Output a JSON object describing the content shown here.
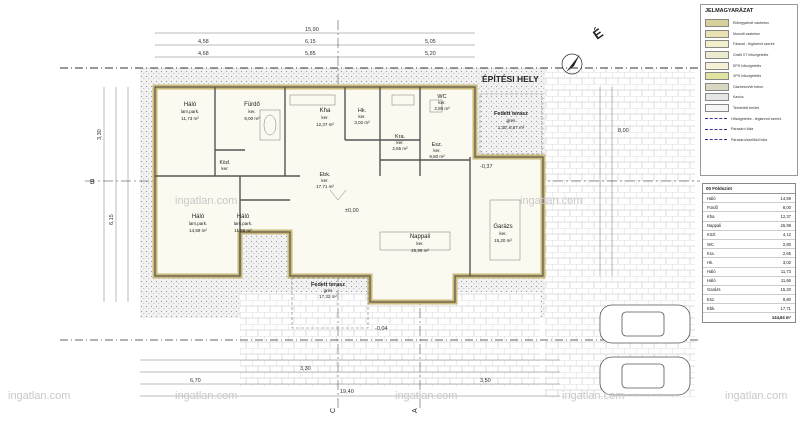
{
  "header": {
    "site_label": "ÉPÍTÉSI HELY",
    "north_symbol": "É"
  },
  "legend": {
    "title": "JELMAGYARÁZAT",
    "items": [
      {
        "label": "Előregyártott vasbeton",
        "color": "#d8d09a"
      },
      {
        "label": "Monolit vasbeton",
        "color": "#e8e2b4"
      },
      {
        "label": "Falazat - téglarend szerint",
        "color": "#f2eecb"
      },
      {
        "label": "Grafit XT hőszigetelés",
        "color": "#ecebd0"
      },
      {
        "label": "EPS hőszigetelés",
        "color": "#f4f1d6"
      },
      {
        "label": "XPS hőszigetelés",
        "color": "#e0e2a0"
      },
      {
        "label": "Gázbeton/vb beton",
        "color": "#d9d7c2"
      },
      {
        "label": "Kavics",
        "color": "#e6e6e6"
      },
      {
        "label": "Tetoteléki terület",
        "color": "#f6f6f6"
      },
      {
        "label": "Hőszigetelés - téglarend szerint",
        "line": true
      },
      {
        "label": "Párazáró fólia",
        "line": true
      },
      {
        "label": "Párazáró/szellőző fólia",
        "line": true
      }
    ]
  },
  "rooms": {
    "halo1": {
      "name": "Háló",
      "sub": "lam.park.",
      "area": "11,73 m²"
    },
    "furdo": {
      "name": "Fürdő",
      "sub": "ker.",
      "area": "8,00 m²"
    },
    "kozl": {
      "name": "Közl.",
      "sub": "ker."
    },
    "kha": {
      "name": "Kha",
      "sub": "ker.",
      "area": "12,37 m²"
    },
    "hk": {
      "name": "Hk.",
      "sub": "ker.",
      "area": "3,02 m²"
    },
    "wc": {
      "name": "WC",
      "sub": "ker.",
      "area": "2,80 m²"
    },
    "fedett1": {
      "name": "Fedett terasz",
      "sub": "gres",
      "area": "1,30; 6,67 m²"
    },
    "kra": {
      "name": "Kra.",
      "sub": "ker.",
      "area": "2,65 m²"
    },
    "esz": {
      "name": "Esz.",
      "sub": "ker.",
      "area": "9,80 m²"
    },
    "ebk": {
      "name": "Ebk.",
      "sub": "ker.",
      "area": "17,71 m²"
    },
    "halo2": {
      "name": "Háló",
      "sub": "lam.park.",
      "area": "14,59 m²"
    },
    "halo3": {
      "name": "Háló",
      "sub": "lam.park.",
      "area": "11,66 m²"
    },
    "nappali": {
      "name": "Nappali",
      "sub": "ker.",
      "area": "26,99 m²"
    },
    "garazs": {
      "name": "Garázs",
      "sub": "ker.",
      "area": "15,20 m²"
    },
    "fedett2": {
      "name": "Fedett terasz",
      "sub": "gres",
      "area": "17,32 m²"
    }
  },
  "table": {
    "title": "00 Földszint",
    "rows": [
      {
        "name": "Háló",
        "value": "14,59"
      },
      {
        "name": "Fürdő",
        "value": "8,00"
      },
      {
        "name": "Kha",
        "value": "12,37"
      },
      {
        "name": "Nappali",
        "value": "26,99"
      },
      {
        "name": "Közl.",
        "value": "4,12"
      },
      {
        "name": "WC",
        "value": "2,80"
      },
      {
        "name": "Kra.",
        "value": "2,65"
      },
      {
        "name": "Hk.",
        "value": "3,02"
      },
      {
        "name": "Háló",
        "value": "11,73"
      },
      {
        "name": "Háló",
        "value": "11,66"
      },
      {
        "name": "Garázs",
        "value": "15,20"
      },
      {
        "name": "Esz.",
        "value": "9,80"
      },
      {
        "name": "Ebk.",
        "value": "17,71"
      }
    ],
    "total": "144,64 m²"
  },
  "dims": {
    "top1": "15,90",
    "top2a": "4,58",
    "top2b": "6,15",
    "top2c": "5,05",
    "top3a": "4,68",
    "top3b": "5,85",
    "top3c": "5,20",
    "bot1": "19,40",
    "bot2": "3,30",
    "bot3": "6,70",
    "bot4": "3,50",
    "left1": "6,15",
    "left2": "3,30",
    "right1": "8,00",
    "elev1": "±0,00",
    "elev2": "-0,04",
    "elev3": "-0,37",
    "axis_b": "B",
    "axis_c": "C",
    "axis_a": "A"
  },
  "watermark": "ingatlan.com"
}
